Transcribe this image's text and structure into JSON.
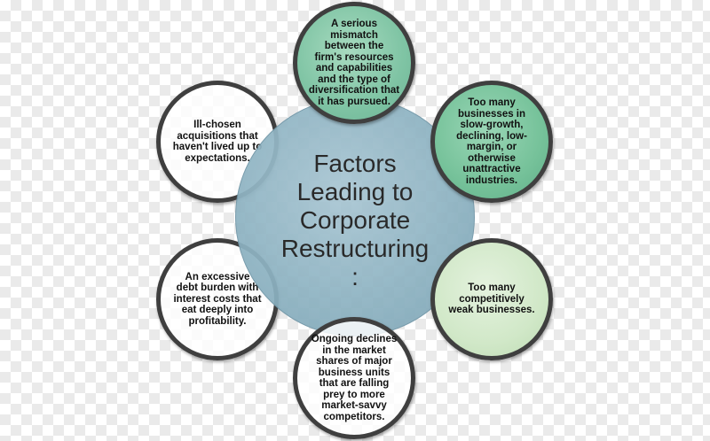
{
  "diagram": {
    "center": {
      "lines": [
        "Factors",
        "Leading to",
        "Corporate",
        "Restructuring",
        ":"
      ]
    },
    "factors": [
      {
        "lines": [
          "A serious",
          "mismatch",
          "between the",
          "firm's resources",
          "and capabilities",
          "and the type of",
          "diversification that",
          "it has pursued."
        ]
      },
      {
        "lines": [
          "Too many",
          "businesses in",
          "slow-growth,",
          "declining, low-",
          "margin, or",
          "otherwise",
          "unattractive",
          "industries."
        ]
      },
      {
        "lines": [
          "Too many",
          "competitively",
          "weak businesses."
        ]
      },
      {
        "lines": [
          "Ongoing declines",
          "in the market",
          "shares of major",
          "business units",
          "that are falling",
          "prey to more",
          "market-savvy",
          "competitors."
        ]
      },
      {
        "lines": [
          "An excessive",
          "debt burden with",
          "interest costs that",
          "eat deeply into",
          "profitability."
        ]
      },
      {
        "lines": [
          "Ill-chosen",
          "acquisitions that",
          "haven't lived up to",
          "expectations."
        ]
      }
    ]
  }
}
